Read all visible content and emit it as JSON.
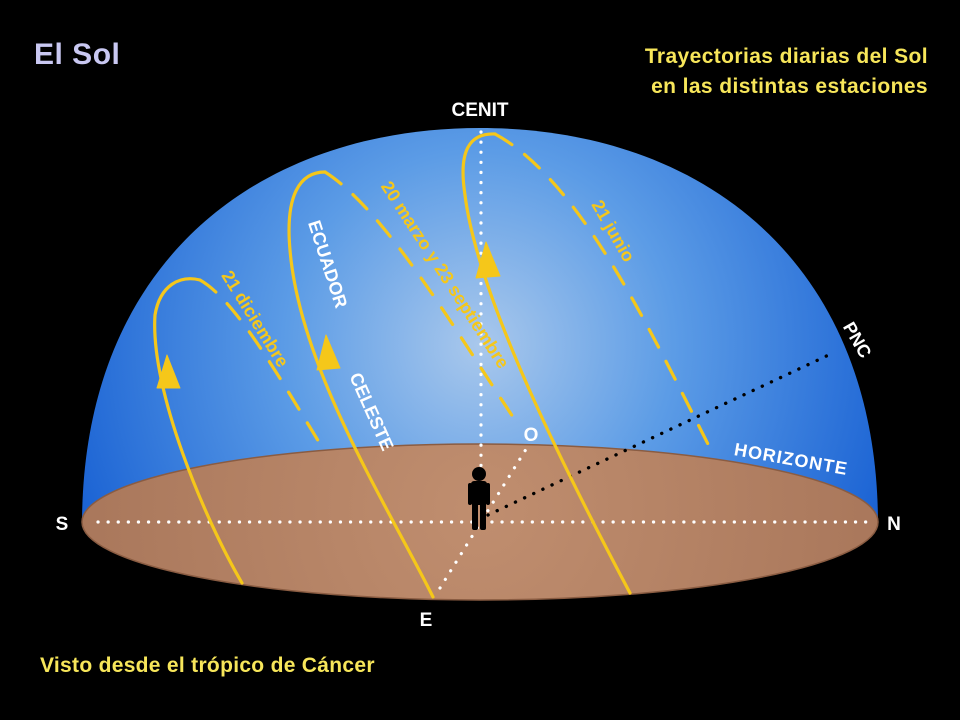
{
  "title": "El Sol",
  "subtitle": {
    "line1": "Trayectorias diarias del Sol",
    "line2": "en las distintas estaciones"
  },
  "caption": "Visto desde el trópico de Cáncer",
  "labels": {
    "zenith": "CENIT",
    "south": "S",
    "north": "N",
    "east": "E",
    "west": "O",
    "pole": "PNC",
    "horizon": "HORIZONTE",
    "equator_top": "ECUADOR",
    "equator_bottom": "CELESTE",
    "path_december": "21 diciembre",
    "path_equinox": "20 marzo y 23 septiembre",
    "path_june": "21 junio"
  },
  "colors": {
    "sky": "#2f7fe0",
    "ground": "#b98566",
    "path": "#f5c71a",
    "text_yellow": "#f7e65a",
    "title": "#c9c8f2"
  },
  "icons": {
    "observer": "person-silhouette-icon",
    "direction": "arrow-up-icon"
  }
}
